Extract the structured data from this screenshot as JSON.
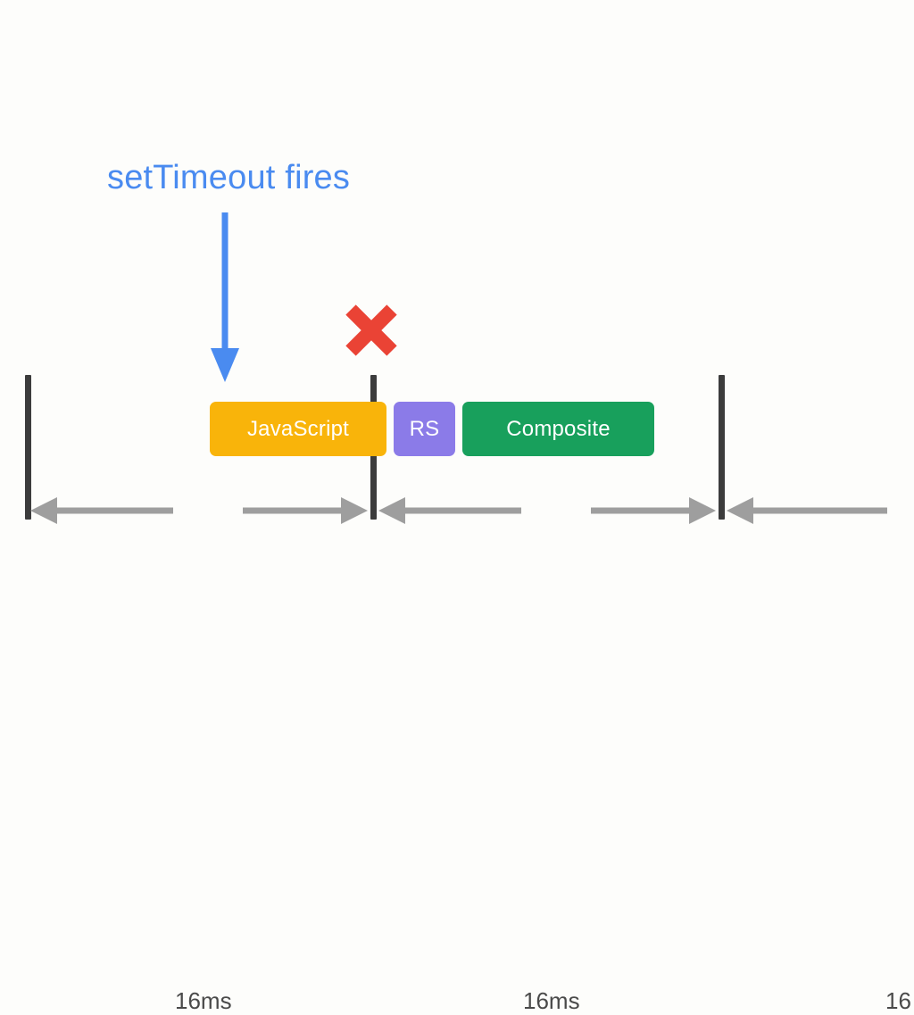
{
  "diagram": {
    "title_annotation": "setTimeout fires",
    "background_color": "#fdfdfb",
    "annotation_color": "#4a8bf0",
    "fail_mark_color": "#ea4335",
    "tick_color": "#3c3c3c",
    "arrow_color": "#9e9e9e",
    "measure_text_color": "#4a4a4a"
  },
  "task_bars": [
    {
      "label": "JavaScript",
      "color": "#f9b40a"
    },
    {
      "label": "RS",
      "color": "#8b7be8"
    },
    {
      "label": "Composite",
      "color": "#18a05c"
    }
  ],
  "frame_intervals": [
    {
      "label": "16ms"
    },
    {
      "label": "16ms"
    },
    {
      "label": "16"
    }
  ]
}
